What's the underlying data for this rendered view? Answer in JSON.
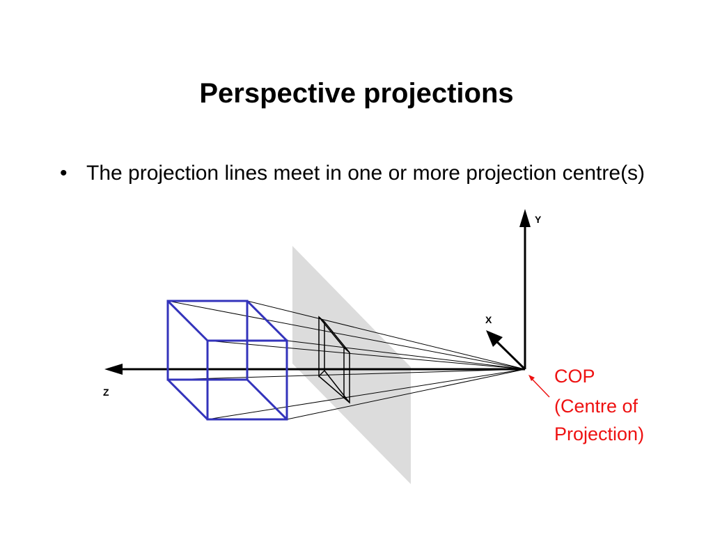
{
  "slide": {
    "title": "Perspective projections",
    "bullets": [
      {
        "marker": "•",
        "text": "The projection lines meet in one or more projection centre(s)"
      }
    ]
  },
  "diagram": {
    "axis_labels": {
      "y": "Y",
      "x": "X",
      "z": "Z"
    },
    "cop_label": {
      "line1": "COP",
      "line2": "(Centre of",
      "line3": "Projection)"
    },
    "colors": {
      "cube": "#3333bb",
      "projection_plane": "#dcdcdc",
      "cop_label": "#ee1111",
      "lines": "#000000"
    }
  }
}
